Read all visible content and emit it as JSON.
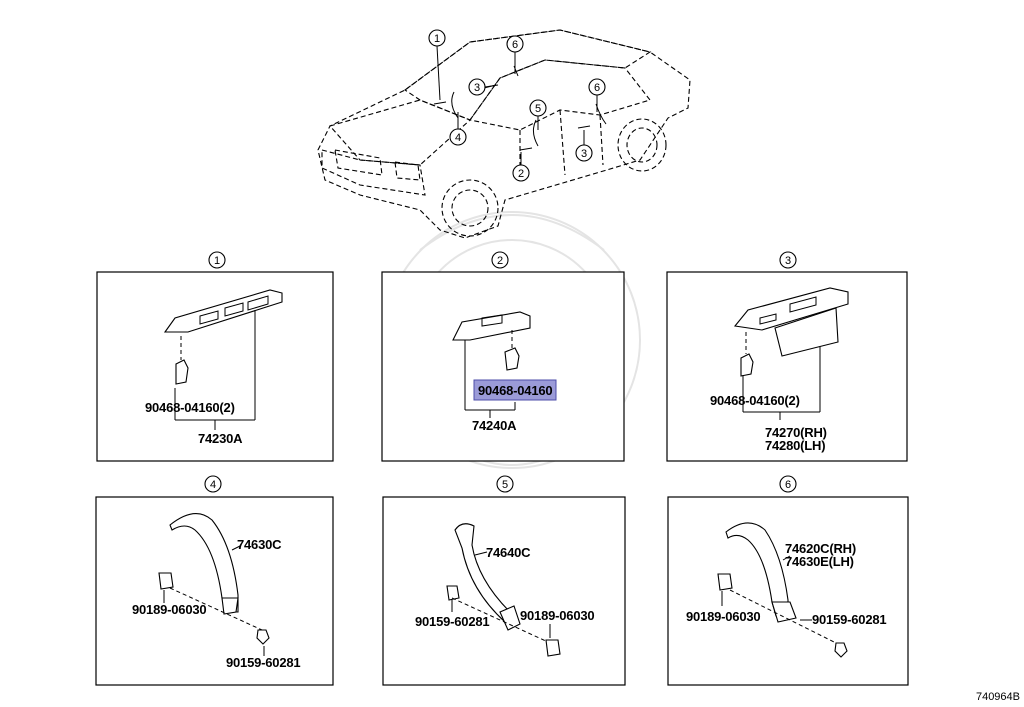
{
  "diagram_id": "740964B",
  "overview": {
    "callouts": [
      "1",
      "6",
      "3",
      "5",
      "6",
      "4",
      "2",
      "3"
    ]
  },
  "panels": [
    {
      "num": "1",
      "parts": [
        "90468-04160(2)",
        "74230A"
      ]
    },
    {
      "num": "2",
      "parts": [
        "90468-04160",
        "74240A"
      ],
      "highlighted": "90468-04160"
    },
    {
      "num": "3",
      "parts": [
        "90468-04160(2)",
        "74270(RH)",
        "74280(LH)"
      ]
    },
    {
      "num": "4",
      "parts": [
        "74630C",
        "90189-06030",
        "90159-60281"
      ]
    },
    {
      "num": "5",
      "parts": [
        "74640C",
        "90159-60281",
        "90189-06030"
      ]
    },
    {
      "num": "6",
      "parts": [
        "74620C(RH)",
        "74630E(LH)",
        "90189-06030",
        "90159-60281"
      ]
    }
  ],
  "colors": {
    "highlight_fill": "#9b9bd8",
    "highlight_stroke": "#4d4da8",
    "line": "#000000"
  }
}
